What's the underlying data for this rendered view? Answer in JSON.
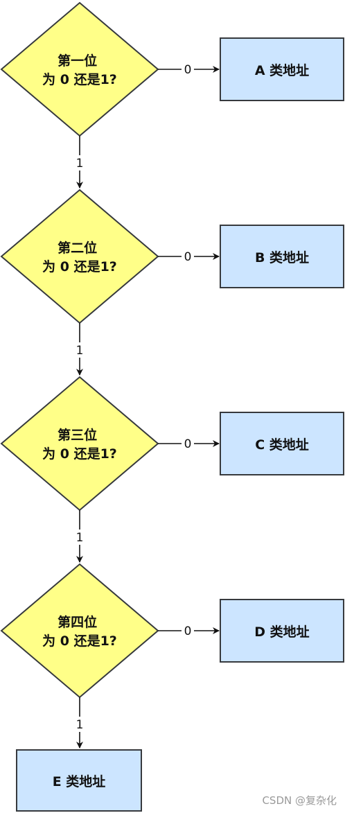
{
  "decisions": [
    {
      "line1": "第一位",
      "line2": "为 0 还是1?",
      "zero_label": "0",
      "one_label": "1",
      "result": "A 类地址"
    },
    {
      "line1": "第二位",
      "line2": "为 0 还是1?",
      "zero_label": "0",
      "one_label": "1",
      "result": "B 类地址"
    },
    {
      "line1": "第三位",
      "line2": "为 0 还是1?",
      "zero_label": "0",
      "one_label": "1",
      "result": "C 类地址"
    },
    {
      "line1": "第四位",
      "line2": "为 0 还是1?",
      "zero_label": "0",
      "one_label": "1",
      "result": "D 类地址"
    }
  ],
  "final_result": "E 类地址",
  "watermark": "CSDN @复杂化",
  "colors": {
    "diamond_fill": "#ffff88",
    "box_fill": "#cce5ff",
    "stroke": "#36393d"
  }
}
